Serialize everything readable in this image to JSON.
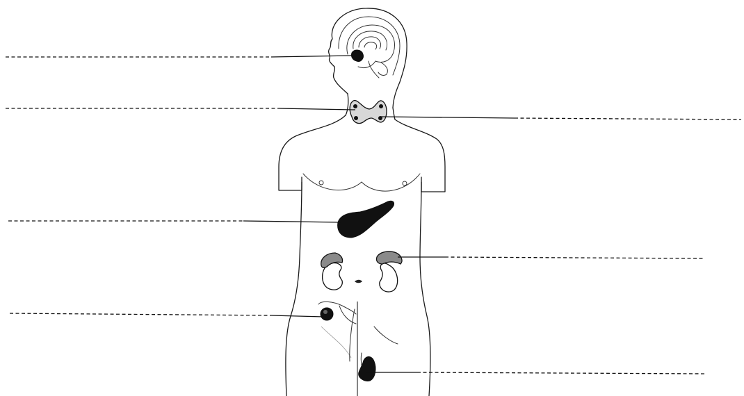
{
  "diagram": {
    "type": "endocrine-system-label-worksheet",
    "label_blanks": [
      {
        "id": "pituitary",
        "side": "left",
        "answer": ""
      },
      {
        "id": "thyroid-left",
        "side": "left",
        "answer": ""
      },
      {
        "id": "thyroid-right",
        "side": "right",
        "answer": ""
      },
      {
        "id": "pancreas",
        "side": "left",
        "answer": ""
      },
      {
        "id": "adrenal",
        "side": "right",
        "answer": ""
      },
      {
        "id": "ovary",
        "side": "left",
        "answer": ""
      },
      {
        "id": "testis",
        "side": "right",
        "answer": ""
      }
    ],
    "colors": {
      "line": "#111111",
      "organ_dark": "#111111",
      "organ_mid": "#8a8a8a",
      "background": "#ffffff"
    }
  }
}
